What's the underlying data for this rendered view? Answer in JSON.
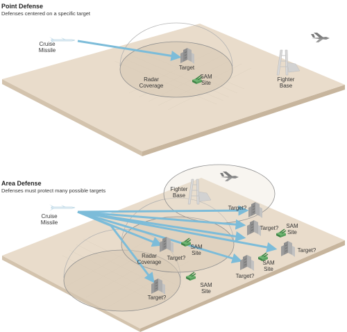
{
  "panels": [
    {
      "title": "Point Defense",
      "subtitle": "Defenses centered on a specific target",
      "labels": {
        "missile": [
          "Cruise",
          "Missile"
        ],
        "target": "Target",
        "sam": [
          "SAM",
          "Site"
        ],
        "radar": [
          "Radar",
          "Coverage"
        ],
        "fighter": [
          "Fighter",
          "Base"
        ]
      }
    },
    {
      "title": "Area Defense",
      "subtitle": "Defenses must protect many possible targets",
      "labels": {
        "missile": [
          "Cruise",
          "Missile"
        ],
        "fighter": [
          "Fighter",
          "Base"
        ],
        "radar": [
          "Radar",
          "Coverage"
        ],
        "target_q": "Target?",
        "sam": [
          "SAM",
          "Site"
        ]
      }
    }
  ],
  "colors": {
    "ground": "#e9dccb",
    "ground_side_left": "#d3c3ad",
    "ground_side_front": "#c7b59d",
    "grid": "#d9cab5",
    "dome_fill": "#dcceba",
    "dome_edge": "#9a9a9a",
    "arrow": "#7cbcd9",
    "building": "#9a9a9a",
    "sam": "#4f9a56",
    "jet": "#888888",
    "text": "#333333"
  },
  "icons": [
    "cruise-missile-icon",
    "fighter-jet-icon",
    "control-tower-icon",
    "building-icon",
    "sam-launcher-icon"
  ]
}
